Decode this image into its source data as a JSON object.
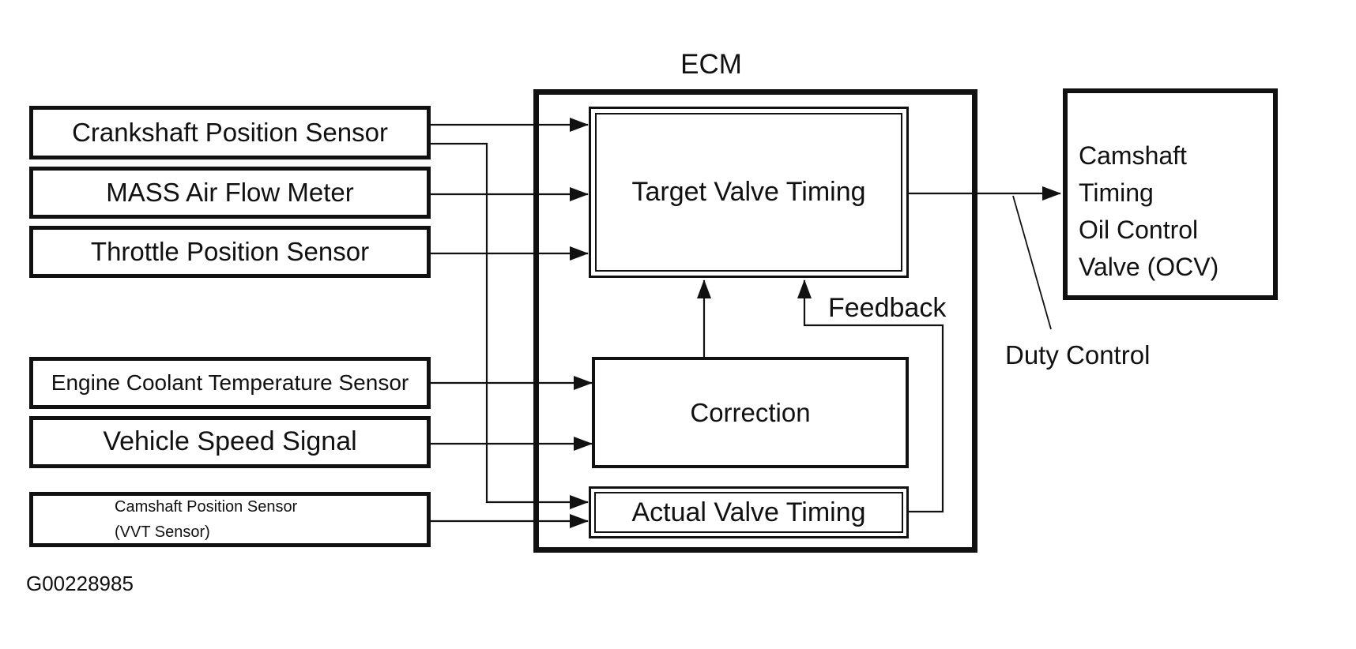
{
  "sensors": [
    {
      "label": "Crankshaft Position Sensor"
    },
    {
      "label": "MASS Air Flow Meter"
    },
    {
      "label": "Throttle Position Sensor"
    },
    {
      "label": "Engine Coolant Temperature Sensor"
    },
    {
      "label": "Vehicle Speed Signal"
    },
    {
      "label": "Camshaft Position Sensor",
      "sublabel": "(VVT Sensor)"
    }
  ],
  "ecm": {
    "label": "ECM",
    "blocks": {
      "target": {
        "label": "Target Valve Timing"
      },
      "correction": {
        "label": "Correction"
      },
      "actual": {
        "label": "Actual Valve Timing"
      }
    }
  },
  "actuator": {
    "lines": [
      "Camshaft Timing",
      "Oil Control",
      "Valve (OCV)"
    ]
  },
  "annotations": {
    "feedback": "Feedback",
    "duty_control": "Duty Control"
  },
  "figure_code": "G00228985",
  "colors": {
    "ink": "#111111",
    "paper": "#ffffff"
  }
}
